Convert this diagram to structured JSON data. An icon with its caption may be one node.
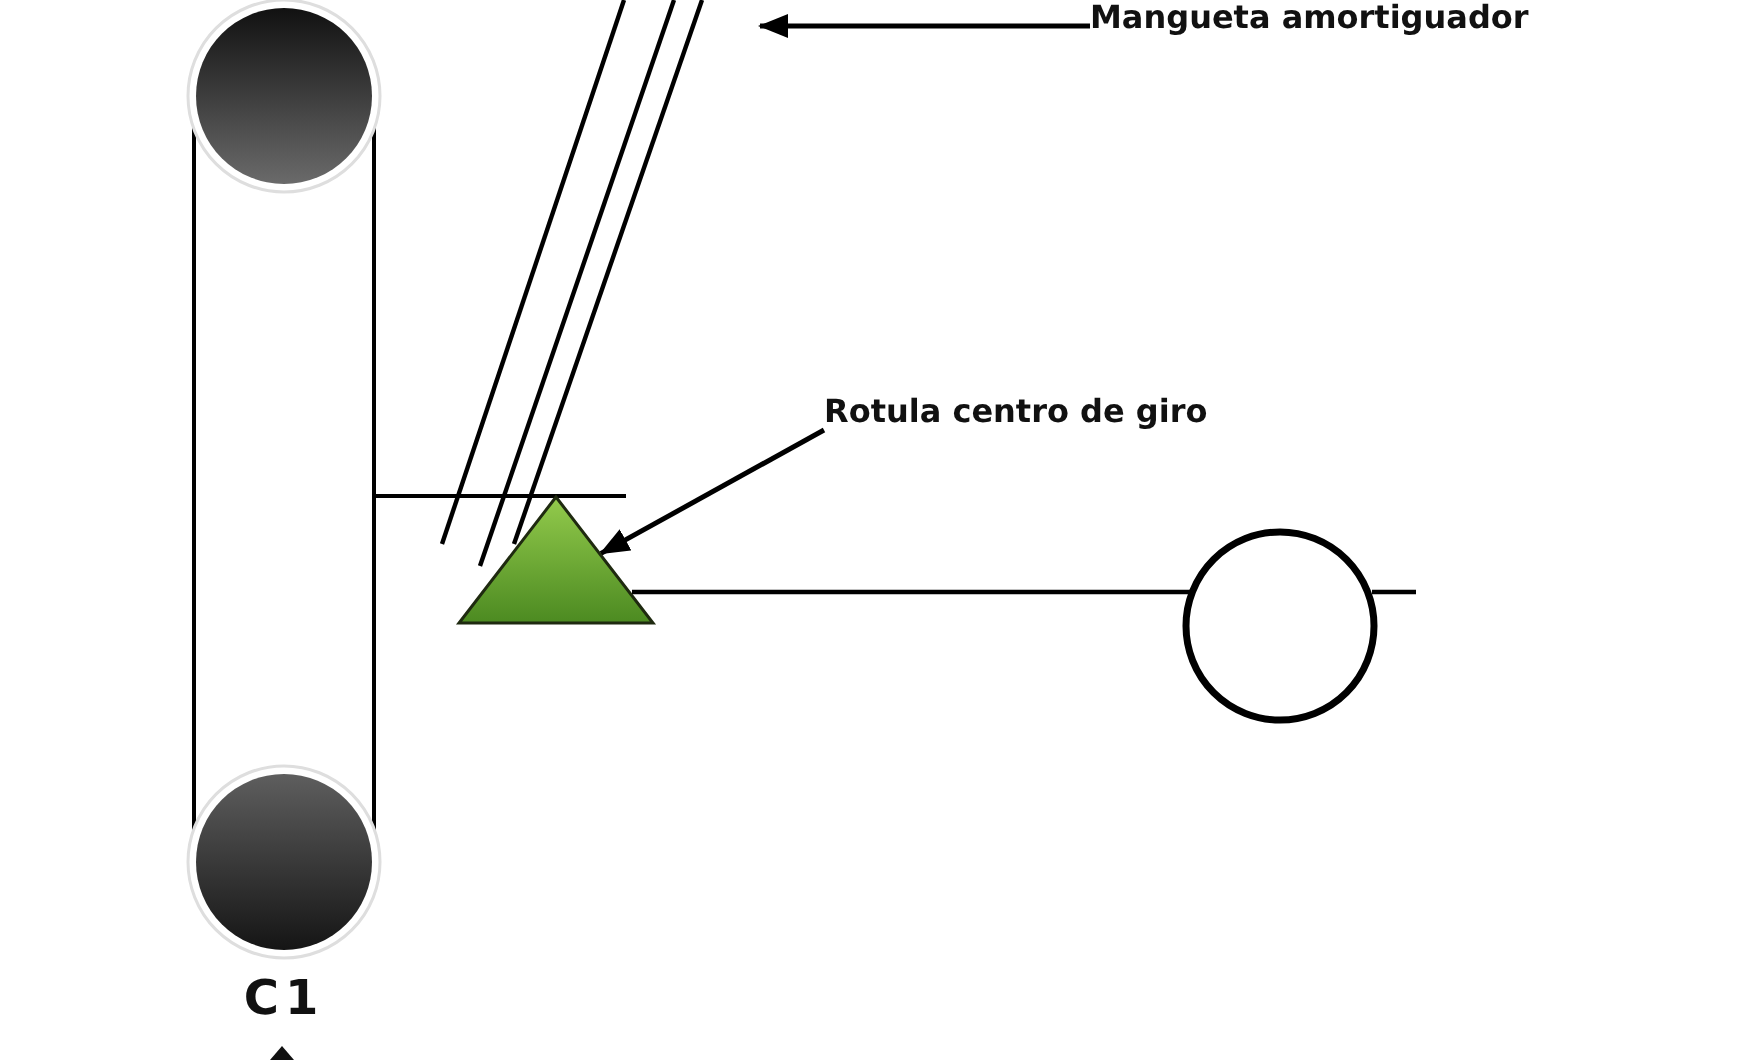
{
  "diagram": {
    "nodes": [
      {
        "text": [
          "Mangueta amortiguador"
        ]
      },
      {
        "text": [
          "Rotula centro de giro"
        ]
      },
      {
        "text": [],
        "shape": "triangle"
      }
    ],
    "edges": [
      {
        "from": 0,
        "to": null,
        "arrow": "to"
      },
      {
        "from": 1,
        "to": 2,
        "arrow": "to"
      }
    ],
    "labels": [
      "C1"
    ]
  }
}
